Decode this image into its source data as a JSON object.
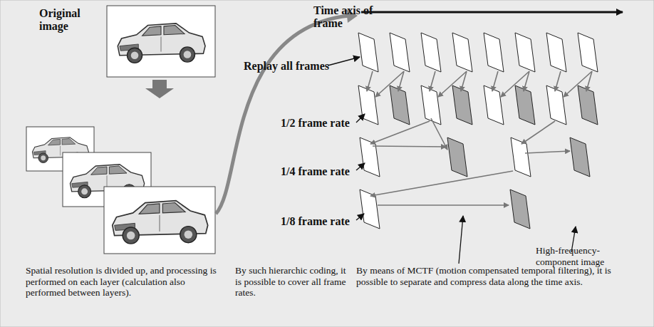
{
  "diagram": {
    "labels": [
      "Original image",
      "Time axis of frame",
      "Replay all frames",
      "1/2 frame rate",
      "1/4 frame rate",
      "1/8 frame rate",
      "High-frequency-component image",
      "Spatial resolution is divided up, and processing is performed on each layer (calculation also performed between layers).",
      "By such hierarchic coding, it is possible to cover all frame rates.",
      "By means of MCTF (motion compensated temporal filtering), it is possible to separate and compress data along the time axis."
    ]
  }
}
